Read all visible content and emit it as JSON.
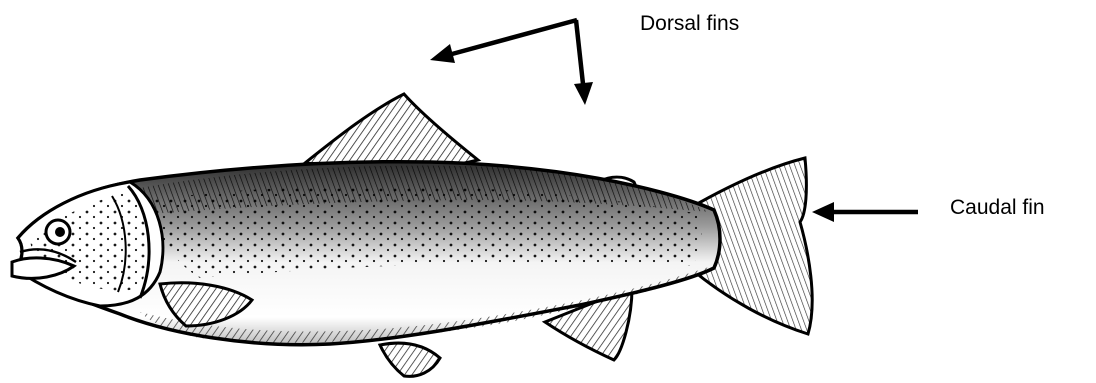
{
  "labels": {
    "dorsal": "Dorsal fins",
    "caudal": "Caudal fin"
  },
  "colors": {
    "ink": "#000000",
    "background": "#ffffff",
    "body_light": "#f4f4f4",
    "body_shade": "#d9d9d9"
  },
  "icons": {
    "arrow": "arrow-icon",
    "fish": "trout-illustration"
  }
}
